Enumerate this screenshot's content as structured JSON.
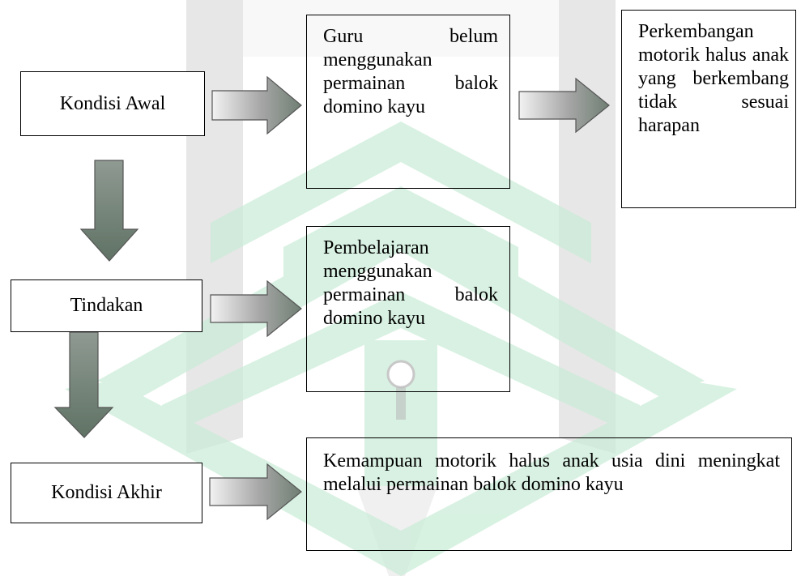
{
  "diagram": {
    "start_label": "Kondisi Awal",
    "action_label": "Tindakan",
    "end_label": "Kondisi Akhir",
    "initial_problem": "Guru belum menggunakan permainan balok domino kayu",
    "initial_result": "Perkembangan motorik halus anak yang berkembang tidak sesuai harapan",
    "action_description": "Pembelajaran menggunakan permainan balok domino kayu",
    "final_result": "Kemampuan motorik halus anak usia dini meningkat melalui permainan balok domino kayu"
  },
  "colors": {
    "watermark_green": "#c8ecd6",
    "watermark_gray": "#d4d4d4",
    "arrow_light": "#eeeeee",
    "arrow_mid": "#a8a8a8",
    "arrow_dark": "#6a7d6f"
  }
}
